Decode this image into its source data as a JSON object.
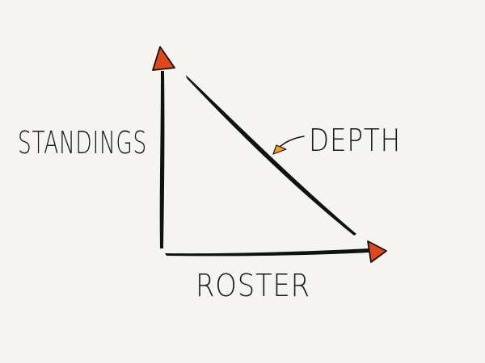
{
  "diagram": {
    "y_axis_label": "STANDINGS",
    "x_axis_label": "ROSTER",
    "diagonal_label": "DEPTH",
    "colors": {
      "background": "#f5f4f0",
      "ink": "#111111",
      "arrowhead": "#e0481a",
      "callout_arrow": "#f2a11e"
    }
  }
}
